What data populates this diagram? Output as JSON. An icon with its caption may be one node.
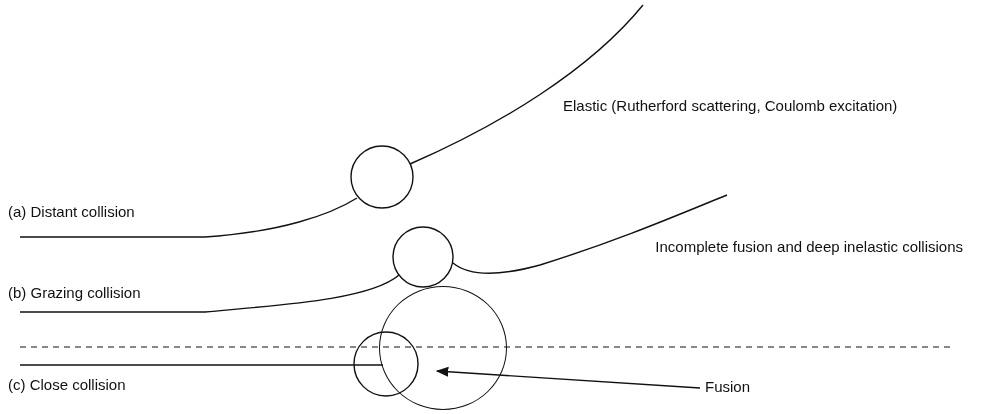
{
  "diagram": {
    "nodes": [
      {
        "text": [],
        "shape": "circle"
      },
      {
        "text": [
          "Fusion"
        ]
      }
    ],
    "edges": [
      {
        "from": 1,
        "to": 0,
        "arrow": "to"
      }
    ],
    "labels": [
      "Elastic (Rutherford scattering, Coulomb excitation)",
      "(a) Distant collision",
      "Incomplete fusion and deep inelastic collisions",
      "(b) Grazing collision",
      "(c) Close collision"
    ]
  }
}
